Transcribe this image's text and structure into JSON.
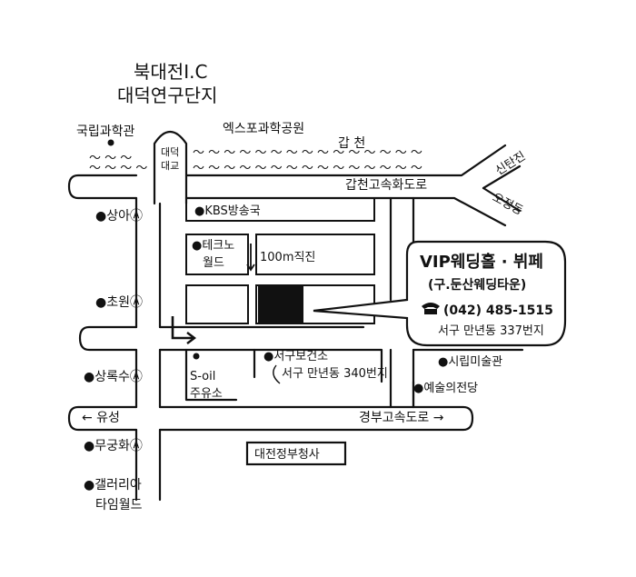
{
  "north": {
    "line1": "북대전I.C",
    "line2": "대덕연구단지"
  },
  "top": {
    "science_museum": "국립과학관",
    "expo_park": "엑스포과학공원",
    "river": "갑     천",
    "bridge_line1": "대덕",
    "bridge_line2": "대교"
  },
  "roads": {
    "gapcheon_expressway": "갑천고속화도로",
    "gyeongbu_expressway": "경부고속도로 →",
    "yuseong": "← 유성",
    "sintanjin": "신탄진",
    "ojeongdong": "오정동"
  },
  "west": {
    "sanga": "●상아Ⓐ",
    "chowon": "●초원Ⓐ",
    "sangroksu": "●상록수Ⓐ",
    "mugunghwa": "●무궁화Ⓐ",
    "galleria_line1": "●갤러리아",
    "galleria_line2": "타임월드"
  },
  "blocks": {
    "kbs": "●KBS방송국",
    "techno_line1": "●테크노",
    "techno_line2": "월드",
    "straight": "100m직진",
    "soil_line1": "S-oil",
    "soil_line2": "주유소",
    "health_center": "●서구보건소",
    "address_340": "서구 만년동 340번지",
    "art_museum": "●시립미술관",
    "art_hall": "●예술의전당",
    "gov_complex": "대전정부청사"
  },
  "callout": {
    "name": "VIP웨딩홀 · 뷔페",
    "former": "(구.둔산웨딩타운)",
    "phone_icon": "telephone-icon",
    "phone": "(042) 485-1515",
    "address": "서구 만년동 337번지"
  },
  "colors": {
    "ink": "#111111",
    "paper": "#ffffff"
  }
}
